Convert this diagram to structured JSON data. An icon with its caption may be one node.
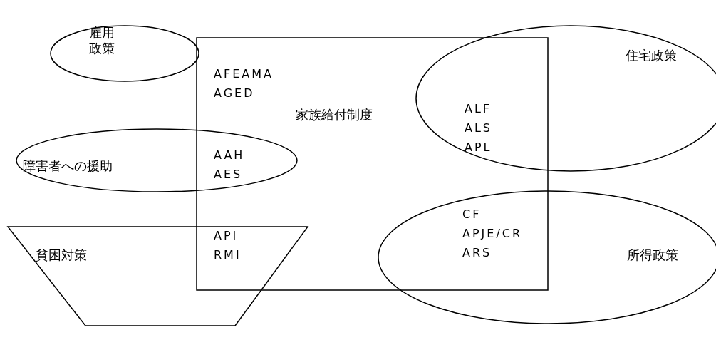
{
  "diagram": {
    "nodes": [
      {
        "text": [
          "雇用政策"
        ]
      },
      {
        "text": [
          "家族給付制度"
        ]
      },
      {
        "text": [
          "住宅政策"
        ]
      },
      {
        "text": [
          "障害者への援助"
        ]
      },
      {
        "text": [
          "貧困対策"
        ]
      },
      {
        "text": [
          "所得政策"
        ]
      }
    ],
    "labels": [
      "AFEAMA",
      "AGED",
      "ALF",
      "ALS",
      "APL",
      "AAH",
      "AES",
      "CF",
      "APJE/CR",
      "API",
      "ARS",
      "RMI"
    ]
  }
}
